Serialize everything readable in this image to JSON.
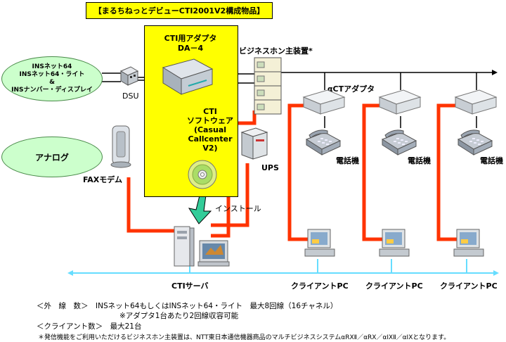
{
  "title": "【まるちねっとデビューCTI2001V2構成物品】",
  "adapter": {
    "line1": "CTI用アダプタ",
    "line2": "DA－4"
  },
  "software": {
    "line1": "CTI",
    "line2": "ソフトウェア",
    "line3": "(Casual",
    "line4": "Callcenter",
    "line5": "V2)"
  },
  "install_label": "インストール",
  "ins_ellipse": {
    "line1": "INSネット64",
    "line2": "INSネット64・ライト",
    "line3": "&",
    "line4": "INSナンバー・ディスプレイ"
  },
  "analog_label": "アナログ",
  "dsu_label": "DSU",
  "fax_label": "FAXモデム",
  "business_phone_label": "ビジネスホン主装置*",
  "ct_adapter_label": "αCTアダプタ",
  "phone_labels": [
    "電話機",
    "電話機",
    "電話機"
  ],
  "ups_label": "UPS",
  "cti_server_label": "CTIサーバ",
  "client_labels": [
    "クライアントPC",
    "クライアントPC",
    "クライアントPC"
  ],
  "notes": {
    "line1": "＜外　線　数＞　INSネット64もしくはINSネット64・ライト　最大8回線（16チャネル）",
    "line2": "※アダプタ1台あたり2回線収容可能",
    "line3": "＜クライアント数＞　最大21台",
    "line4": "＊発信機能をご利用いただけるビジネスホン主装置は、NTT東日本通信機器商品のマルチビジネスシステムαRXⅡ／αRX／αIXⅡ／αIXとなります。"
  },
  "colors": {
    "red": "#ff3300",
    "cyan": "#66ddff",
    "yellow": "#ffff00",
    "green_fill": "#ccffcc"
  }
}
